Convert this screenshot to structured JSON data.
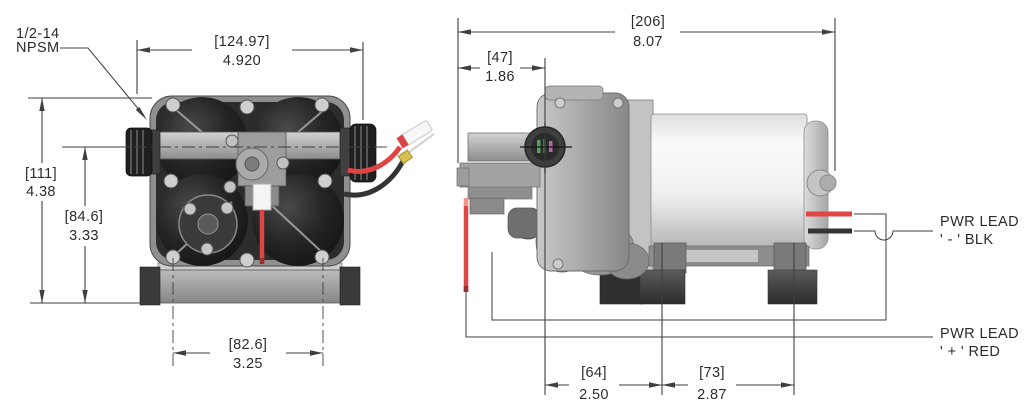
{
  "labels": {
    "thread": {
      "line1": "1/2-14",
      "line2": "NPSM"
    },
    "pwr_neg": {
      "line1": "PWR LEAD",
      "line2": "' - ' BLK"
    },
    "pwr_pos": {
      "line1": "PWR LEAD",
      "line2": "' + ' RED"
    }
  },
  "dimensions": {
    "overall_width": {
      "mm": "[124.97]",
      "inch": "4.920"
    },
    "overall_height": {
      "mm": "[111]",
      "inch": "4.38"
    },
    "port_center_height": {
      "mm": "[84.6]",
      "inch": "3.33"
    },
    "mount_hole_spacing": {
      "mm": "[82.6]",
      "inch": "3.25"
    },
    "overall_length": {
      "mm": "[206]",
      "inch": "8.07"
    },
    "port_setback": {
      "mm": "[47]",
      "inch": "1.86"
    },
    "foot_span_front": {
      "mm": "[64]",
      "inch": "2.50"
    },
    "foot_span_rear": {
      "mm": "[73]",
      "inch": "2.87"
    }
  },
  "colors": {
    "background": "#ffffff",
    "line": "#3f3f3f",
    "text": "#2c2c2c",
    "wire_red": "#e04545",
    "wire_black": "#343434",
    "pump_dark": "#2b2b2b",
    "metal_light": "#ededed",
    "metal_mid": "#9a9a9a"
  }
}
